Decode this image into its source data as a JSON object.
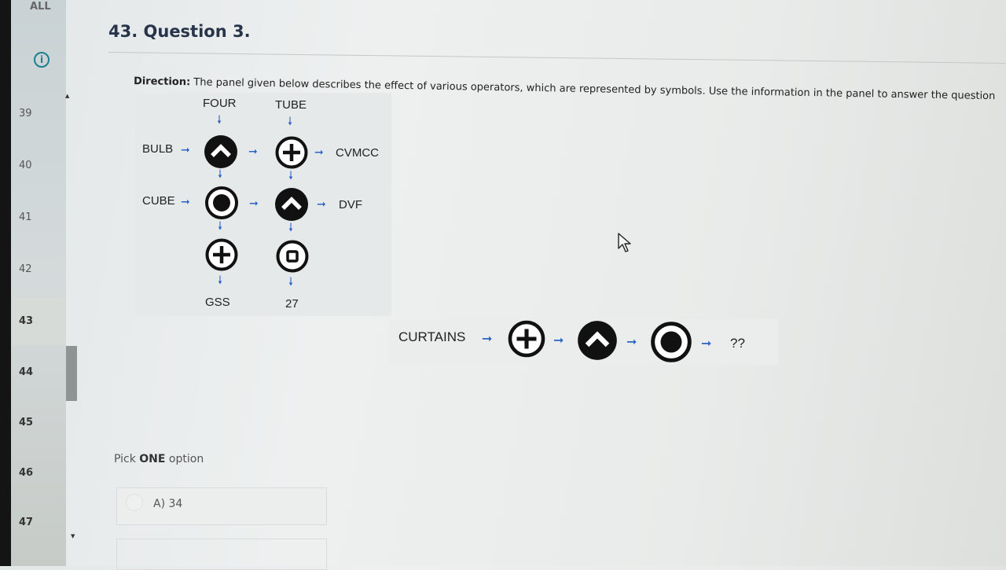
{
  "sidebar": {
    "all_label": "ALL",
    "info_icon": "info-icon",
    "question_numbers": [
      "39",
      "40",
      "41",
      "42",
      "43",
      "44",
      "45",
      "46",
      "47"
    ],
    "active": "43"
  },
  "question": {
    "title": "43. Question 3.",
    "direction_label": "Direction:",
    "direction_text": " The panel given below describes the effect of various operators, which are represented by symbols. Use the information in the panel to answer the question"
  },
  "panel": {
    "col_top_labels": [
      "FOUR",
      "TUBE"
    ],
    "row_left_labels": [
      "BULB",
      "CUBE"
    ],
    "row_right_labels": [
      "CVMCC",
      "DVF"
    ],
    "col_bottom_labels": [
      "GSS",
      "27"
    ],
    "operators": [
      [
        "caret-circle",
        "plus-circle"
      ],
      [
        "target-circle",
        "caret-circle"
      ],
      [
        "plus-circle",
        "square-circle"
      ]
    ]
  },
  "example": {
    "input": "CURTAINS",
    "operators": [
      "plus-circle",
      "caret-circle",
      "target-circle"
    ],
    "output": "??"
  },
  "answer": {
    "pick_prefix": "Pick ",
    "pick_bold": "ONE",
    "pick_suffix": " option",
    "options": [
      "A) 34"
    ]
  },
  "colors": {
    "arrow": "#2a64c8",
    "title": "#27344a",
    "info": "#1f7f8f"
  }
}
